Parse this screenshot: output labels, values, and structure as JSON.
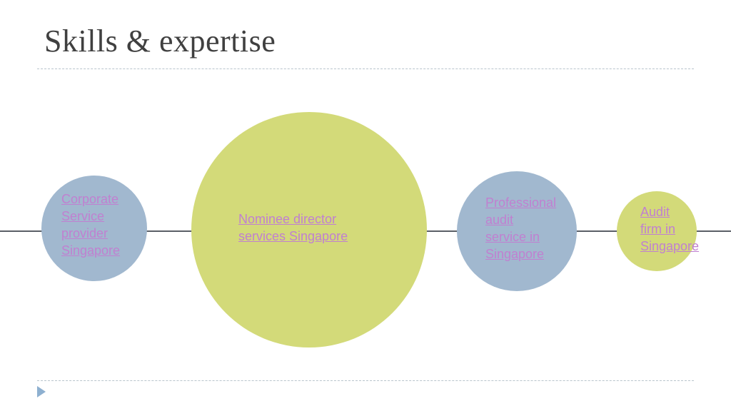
{
  "slide": {
    "title": "Skills & expertise"
  },
  "circles": [
    {
      "label": "Corporate Service provider Singapore",
      "color": "#a1b8cf"
    },
    {
      "label": "Nominee director services Singapore",
      "color": "#d3da79"
    },
    {
      "label": "Professional audit service in Singapore",
      "color": "#a1b8cf"
    },
    {
      "label": "Audit firm in Singapore",
      "color": "#d3da79"
    }
  ],
  "colors": {
    "title": "#404040",
    "link": "#c080d0",
    "timeline": "#5a5f66",
    "rule": "#b8c4cc",
    "nav_arrow": "#8eb0d0"
  },
  "icons": {
    "next": "triangle-right-icon"
  }
}
